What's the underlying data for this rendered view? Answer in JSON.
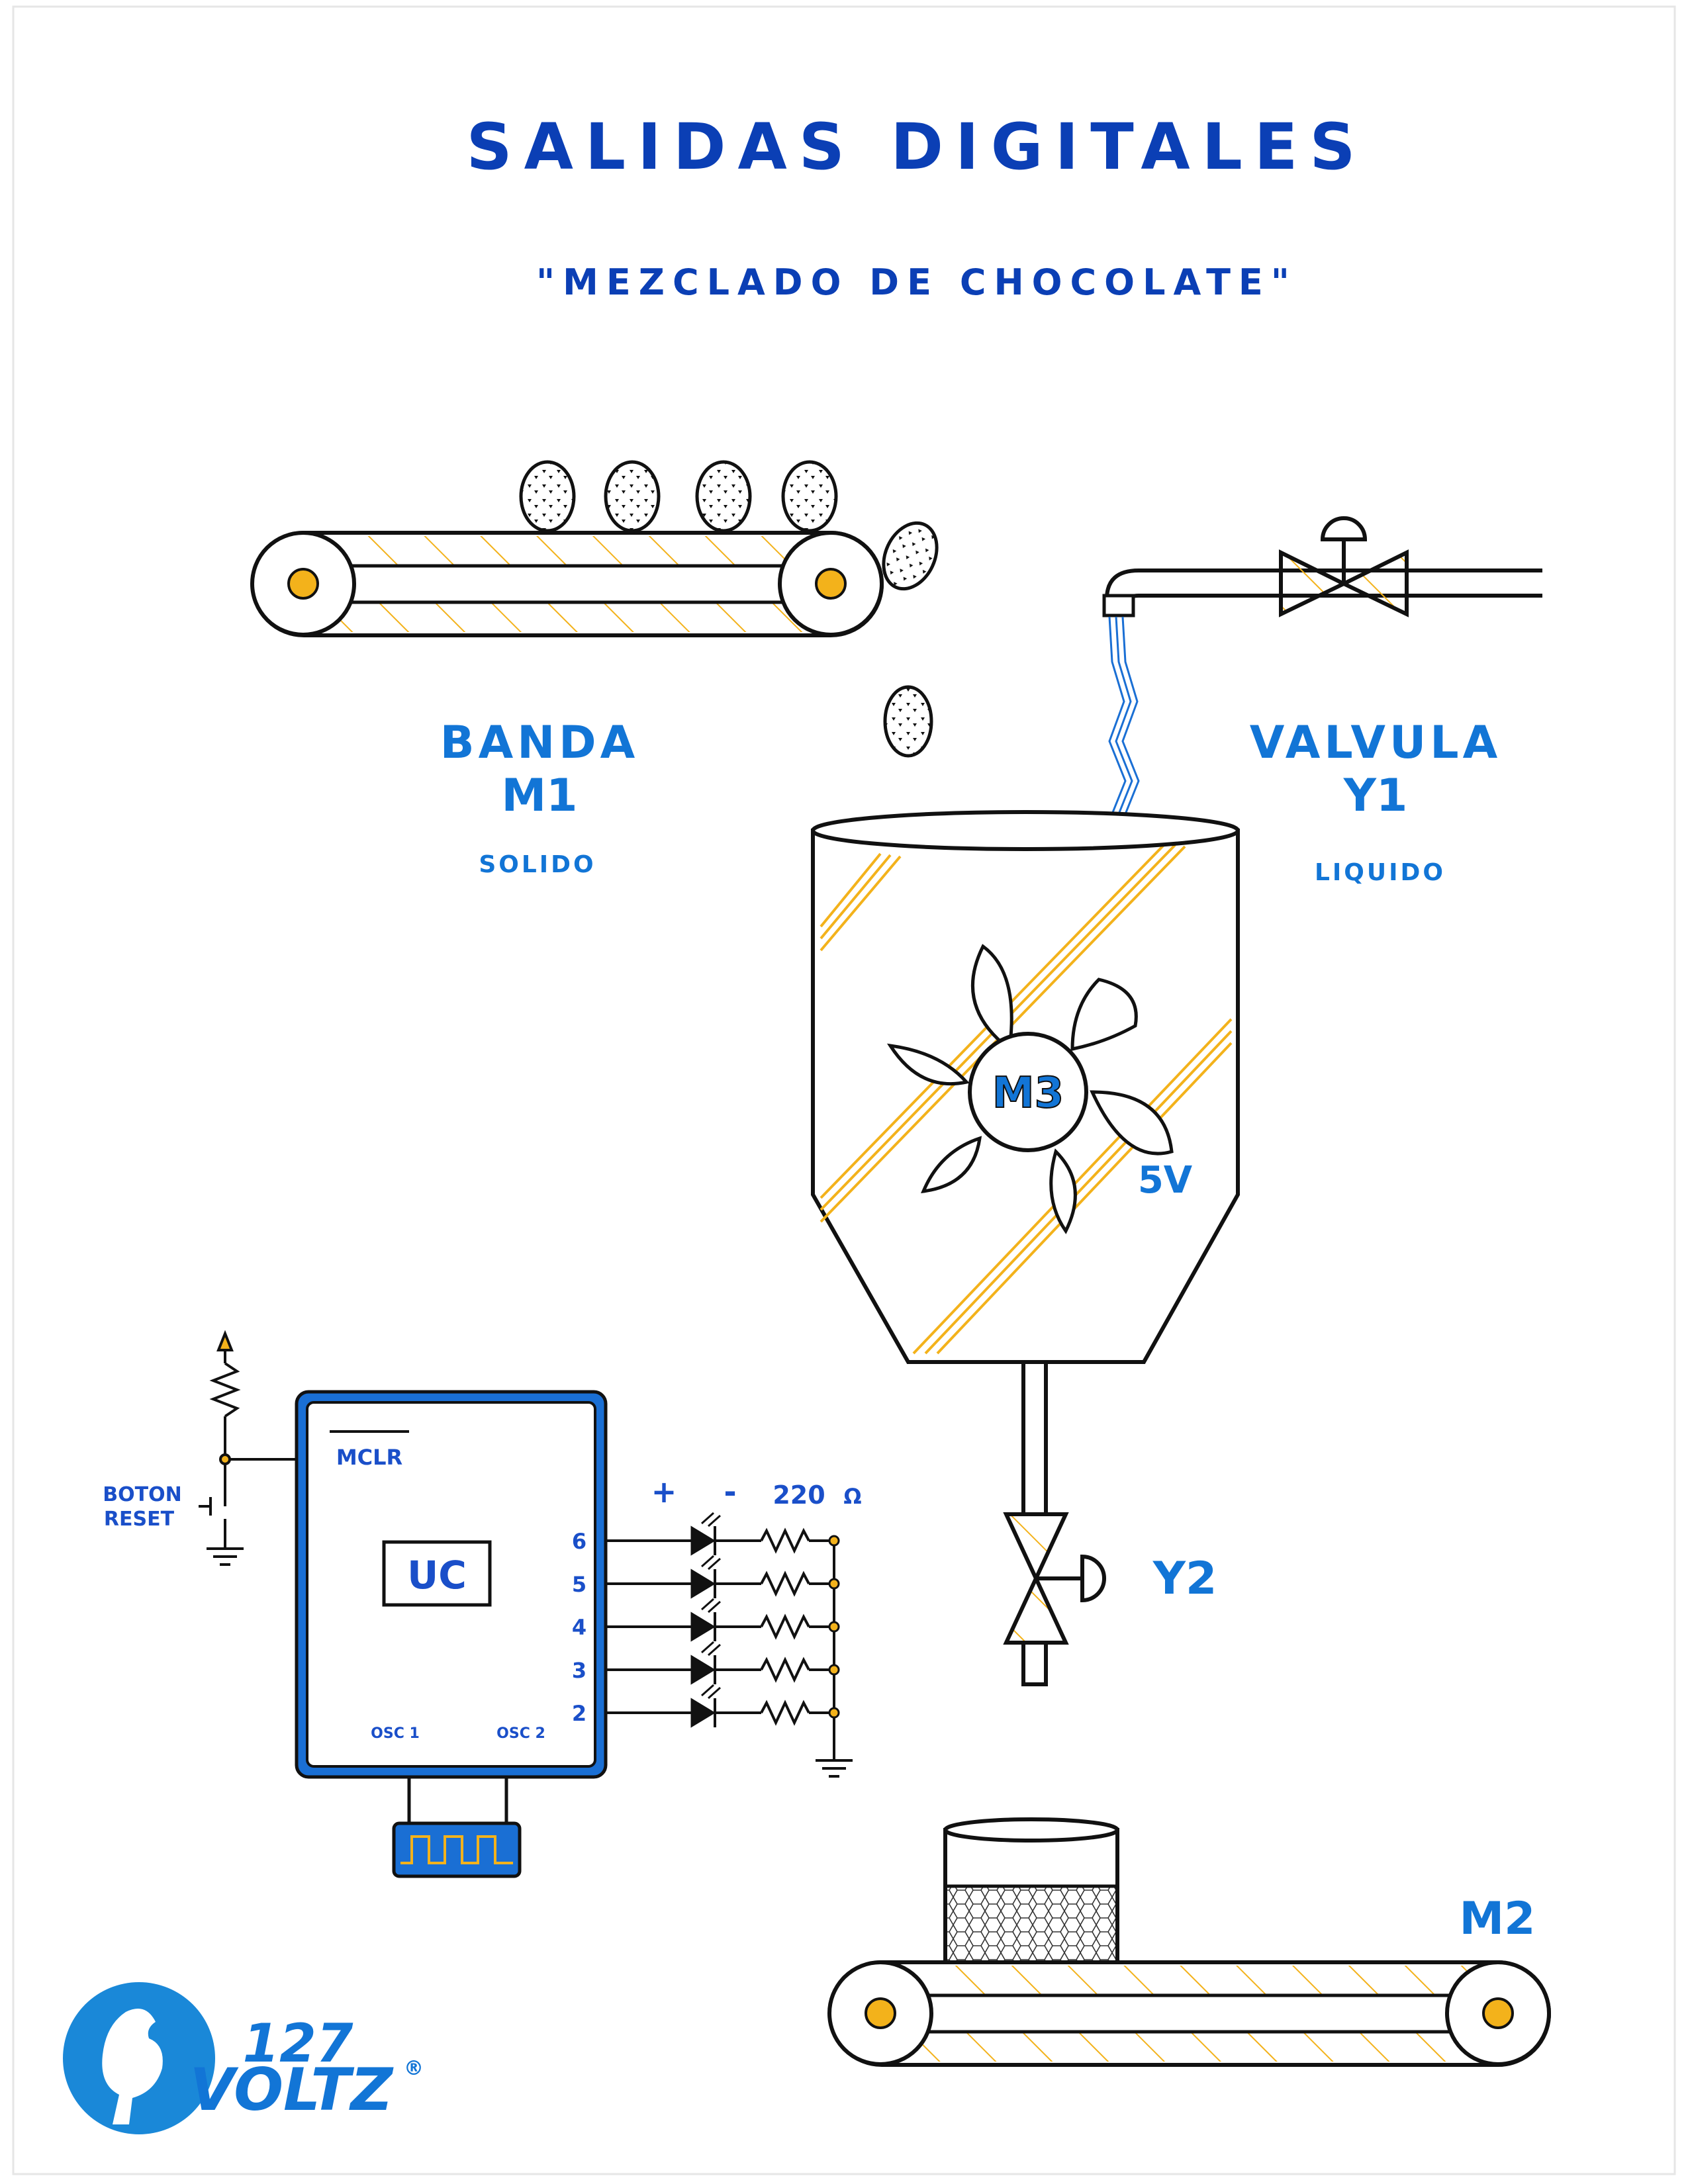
{
  "title": "SALIDAS DIGITALES",
  "subtitle": "\"MEZCLADO DE CHOCOLATE\"",
  "banda": {
    "name": "BANDA",
    "id": "M1",
    "note": "SOLIDO"
  },
  "valvula": {
    "name": "VALVULA",
    "id": "Y1",
    "note": "LIQUIDO"
  },
  "mixer": {
    "motor": "M3",
    "voltage": "5V"
  },
  "valve_out": {
    "id": "Y2"
  },
  "conveyor2": {
    "id": "M2"
  },
  "circuit": {
    "button_line1": "BOTON",
    "button_line2": "RESET",
    "mclr": "MCLR",
    "uc": "UC",
    "osc1": "OSC 1",
    "osc2": "OSC 2",
    "plus": "+",
    "minus": "-",
    "resistor": "220",
    "ohm": "Ω",
    "pins": [
      "6",
      "5",
      "4",
      "3",
      "2"
    ]
  },
  "logo": {
    "number": "127",
    "word": "VOLTZ",
    "mark": "®"
  },
  "colors": {
    "title": "#0b3fb5",
    "label": "#1275d6",
    "accent": "#f3b21b",
    "chip_border": "#1a6fd4"
  }
}
